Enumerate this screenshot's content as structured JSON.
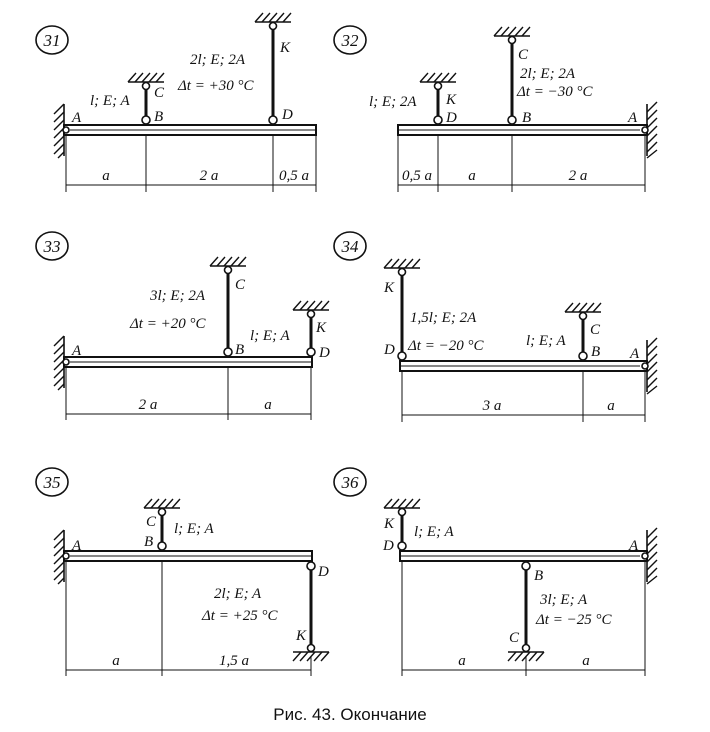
{
  "caption": "Рис. 43. Окончание",
  "panels": {
    "p31": {
      "number": "31",
      "pts": {
        "A": "A",
        "B": "B",
        "C": "C",
        "D": "D",
        "K": "K"
      },
      "rod1": "l; E; A",
      "rod2": "2l; E; 2A",
      "dt": "Δt = +30 °C",
      "dims": [
        "a",
        "2 a",
        "0,5 a"
      ]
    },
    "p32": {
      "number": "32",
      "pts": {
        "A": "A",
        "B": "B",
        "C": "C",
        "D": "D",
        "K": "K"
      },
      "rod1": "l; E; 2A",
      "rod2": "2l; E; 2A",
      "dt": "Δt = −30 °C",
      "dims": [
        "0,5 a",
        "a",
        "2 a"
      ]
    },
    "p33": {
      "number": "33",
      "pts": {
        "A": "A",
        "B": "B",
        "C": "C",
        "D": "D",
        "K": "K"
      },
      "rod1": "3l; E; 2A",
      "rod2": "l; E; A",
      "dt": "Δt = +20 °C",
      "dims": [
        "2 a",
        "a"
      ]
    },
    "p34": {
      "number": "34",
      "pts": {
        "A": "A",
        "B": "B",
        "C": "C",
        "D": "D",
        "K": "K"
      },
      "rod1": "1,5l; E; 2A",
      "rod2": "l; E; A",
      "dt": "Δt = −20 °C",
      "dims": [
        "3 a",
        "a"
      ]
    },
    "p35": {
      "number": "35",
      "pts": {
        "A": "A",
        "B": "B",
        "C": "C",
        "D": "D",
        "K": "K"
      },
      "rod1": "l; E; A",
      "rod2": "2l; E; A",
      "dt": "Δt = +25 °C",
      "dims": [
        "a",
        "1,5 a"
      ]
    },
    "p36": {
      "number": "36",
      "pts": {
        "A": "A",
        "B": "B",
        "C": "C",
        "D": "D",
        "K": "K"
      },
      "rod1": "l; E; A",
      "rod2": "3l; E; A",
      "dt": "Δt = −25 °C",
      "dims": [
        "a",
        "a"
      ]
    }
  }
}
